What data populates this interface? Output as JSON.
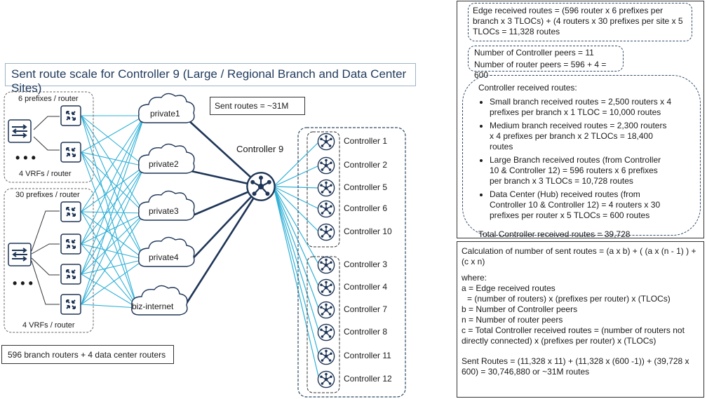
{
  "title": "Sent route scale for Controller 9 (Large / Regional Branch and Data Center Sites)",
  "sent_routes": "Sent routes = ~31M",
  "hub_label": "Controller 9",
  "branch_count": "596 branch routers + 4 data center routers",
  "group_top": {
    "prefixes": "6 prefixes / router",
    "vrfs": "4 VRFs / router"
  },
  "group_bottom": {
    "prefixes": "30 prefixes / router",
    "vrfs": "4 VRFs / router"
  },
  "transports": [
    "private1",
    "private2",
    "private3",
    "private4",
    "biz-internet"
  ],
  "controllers_group1": [
    "Controller 1",
    "Controller 2",
    "Controller 5",
    "Controller 6",
    "Controller 10"
  ],
  "controllers_group2": [
    "Controller 3",
    "Controller 4",
    "Controller 7",
    "Controller 8",
    "Controller 11",
    "Controller 12"
  ],
  "edge_box": "Edge received routes = (596 router x 6 prefixes per branch x 3 TLOCs) + (4 routers x 30 prefixes per site x 5 TLOCs = 11,328 routes",
  "peers": {
    "controller_peers": "Number of Controller peers = 11",
    "router_peers": "Number of router peers = 596 + 4 = 600"
  },
  "controller_received": {
    "heading": "Controller received routes:",
    "items": [
      "Small branch received routes = 2,500 routers x 4 prefixes per branch x 1 TLOC = 10,000 routes",
      "Medium branch received routes = 2,300 routers x 4 prefixes per branch x 2 TLOCs = 18,400 routes",
      "Large Branch received routes (from Controller 10 & Controller 12) = 596 routers  x 6 prefixes per branch x 3 TLOCs = 10,728 routes",
      "Data Center (Hub) received routes (from Controller 10 & Controller 12) = 4 routers x 30 prefixes per router x 5 TLOCs = 600 routes"
    ],
    "total": "Total Controller received routes = 39,728"
  },
  "calculation": {
    "formula": "Calculation of number of sent routes = (a x b) + ( (a x (n - 1) ) + (c x n)",
    "where": "where:",
    "a": "a = Edge received routes",
    "a_detail": "= (number of routers) x (prefixes per router) x (TLOCs)",
    "b": "b = Number of Controller peers",
    "n": "n = Number of router peers",
    "c": "c = Total Controller received routes = (number of routers not directly connected)  x (prefixes per router) x (TLOCs)",
    "result": "Sent Routes = (11,328 x 11) + (11,328 x (600 -1)) + (39,728 x 600) = 30,746,880 or ~31M routes"
  },
  "colors": {
    "link": "#2fb0d6",
    "trunk": "#1e3557",
    "icon": "#1e3557",
    "dash": "#2f4a66"
  },
  "icons": {
    "router": "router-icon",
    "switch": "switch-icon",
    "controller": "controller-hub-icon",
    "cloud": "cloud-icon"
  }
}
